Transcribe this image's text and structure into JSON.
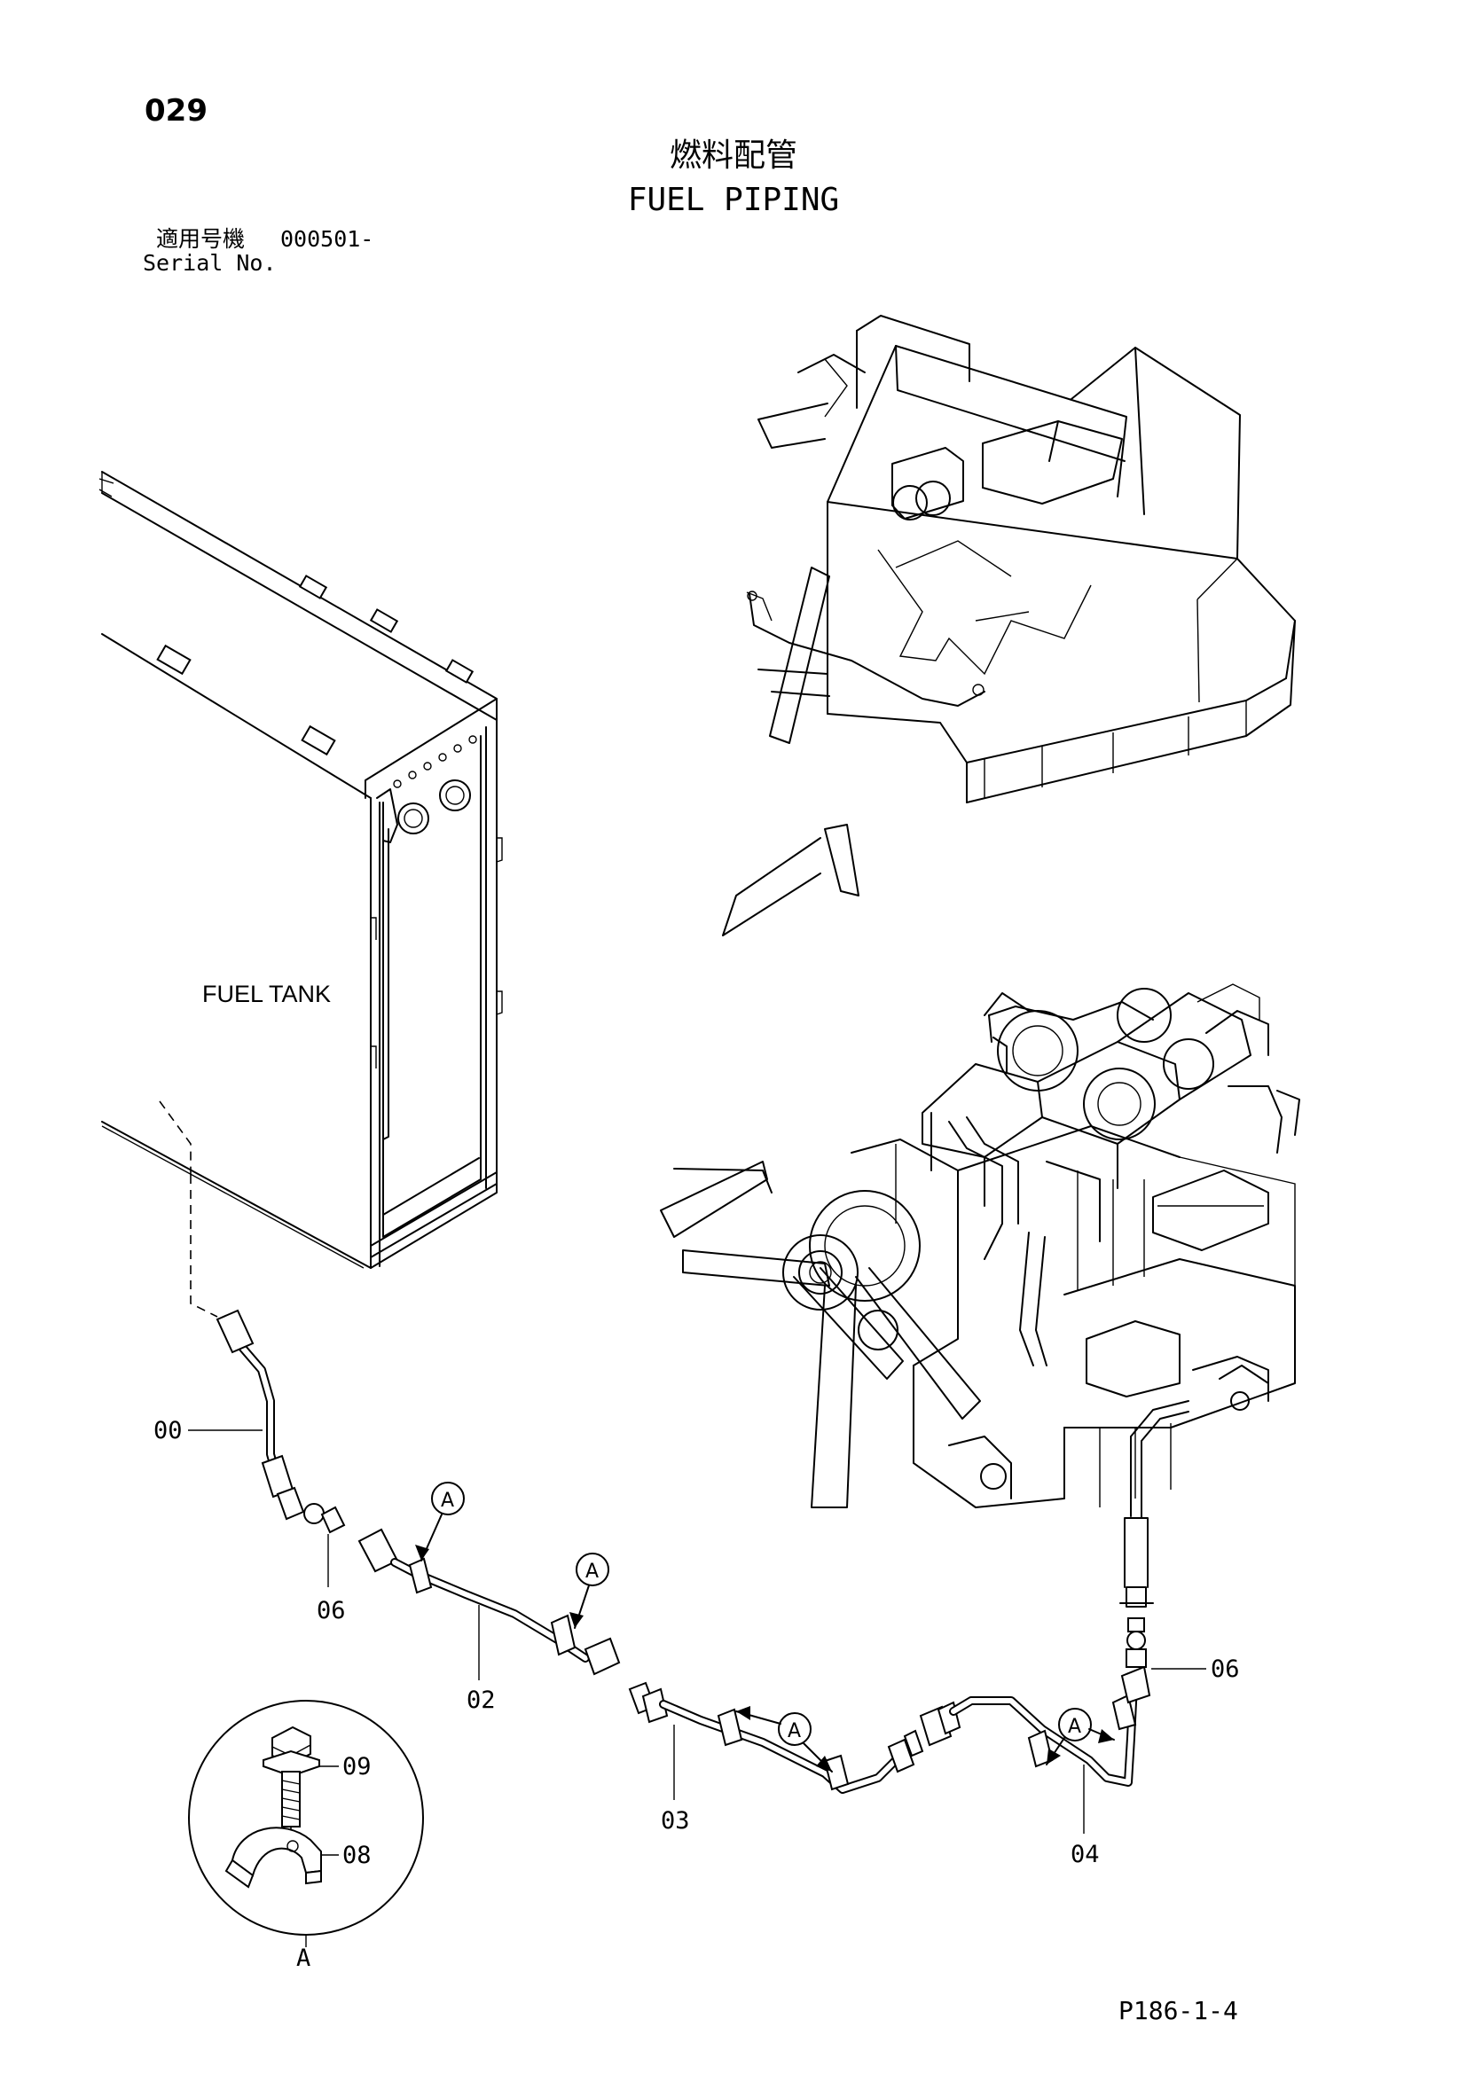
{
  "header": {
    "page_number": "029",
    "title_jp": "燃料配管",
    "title_en": "FUEL PIPING",
    "serial_label_jp": "適用号機",
    "serial_range": "000501-",
    "serial_label_en": "Serial No."
  },
  "labels": {
    "fuel_tank": "FUEL TANK",
    "detail_marker": "A"
  },
  "callouts": {
    "c00": "00",
    "c06_left": "06",
    "c02": "02",
    "c03": "03",
    "c04": "04",
    "c06_right": "06",
    "c09": "09",
    "c08": "08",
    "detail_a": "A"
  },
  "footer": {
    "drawing_code": "P186-1-4"
  }
}
